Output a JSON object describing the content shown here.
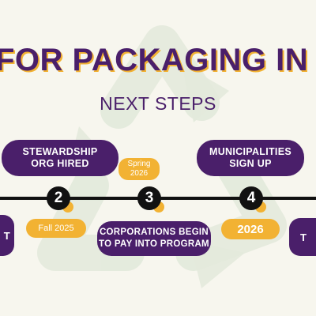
{
  "header": {
    "headline": "FOR PACKAGING IN M",
    "subheading": "NEXT STEPS"
  },
  "colors": {
    "purple": "#4a1f6a",
    "gold": "#f2b233",
    "background": "#f7f6ee",
    "line": "#111111"
  },
  "watermark": {
    "icon": "recycle-icon"
  },
  "timeline": {
    "left_edge_label": "T",
    "steps": [
      {
        "number": "2"
      },
      {
        "number": "3"
      },
      {
        "number": "4"
      }
    ],
    "events": [
      {
        "label": "STEWARDSHIP ORG HIRED",
        "date": "Fall 2025"
      },
      {
        "label": "CORPORATIONS BEGIN TO PAY INTO PROGRAM",
        "date": "Spring 2026"
      },
      {
        "label": "MUNICIPALITIES SIGN UP",
        "date": "2026"
      }
    ],
    "right_edge_label": "T"
  }
}
